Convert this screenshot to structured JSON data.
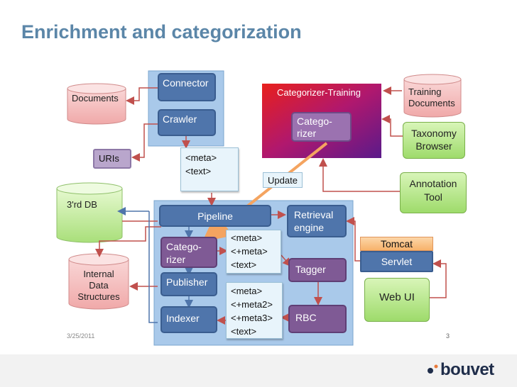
{
  "title": "Enrichment and categorization",
  "nodes": {
    "connector": "Connector",
    "crawler": "Crawler",
    "documents": "Documents",
    "uris": "URIs",
    "meta_text_1": [
      "<meta>",
      "<text>"
    ],
    "categorizer_training": "Categorizer-Training",
    "categorizer_top": [
      "Catego-",
      "rizer"
    ],
    "training_documents": [
      "Training",
      "Documents"
    ],
    "taxonomy_browser": [
      "Taxonomy",
      "Browser"
    ],
    "update": "Update",
    "annotation_tool": [
      "Annotation",
      "Tool"
    ],
    "third_db": "3'rd DB",
    "pipeline": "Pipeline",
    "retrieval_engine": [
      "Retrieval",
      "engine"
    ],
    "tomcat": "Tomcat",
    "servlet": "Servlet",
    "categorizer_low": [
      "Catego-",
      "rizer"
    ],
    "meta_text_2": [
      "<meta>",
      "<+meta>",
      "<text>"
    ],
    "tagger": "Tagger",
    "internal_data": [
      "Internal",
      "Data",
      "Structures"
    ],
    "publisher": "Publisher",
    "web_ui": "Web UI",
    "meta_text_3": [
      "<meta>",
      "<+meta2>",
      "<+meta3>",
      "<text>"
    ],
    "indexer": "Indexer",
    "rbc": "RBC"
  },
  "footer": {
    "date": "3/25/2011",
    "page": "3",
    "brand": "bouvet"
  },
  "colors": {
    "title": "#5b86a8",
    "module_blue": "#4f75ab",
    "module_purple": "#7f5a95",
    "tool_green": "#9edb6b",
    "store_pink": "#f3b9b9",
    "connector_red": "#c0504d",
    "tomcat_orange": "#f7b26b",
    "arrow_orange": "#f4a460"
  }
}
